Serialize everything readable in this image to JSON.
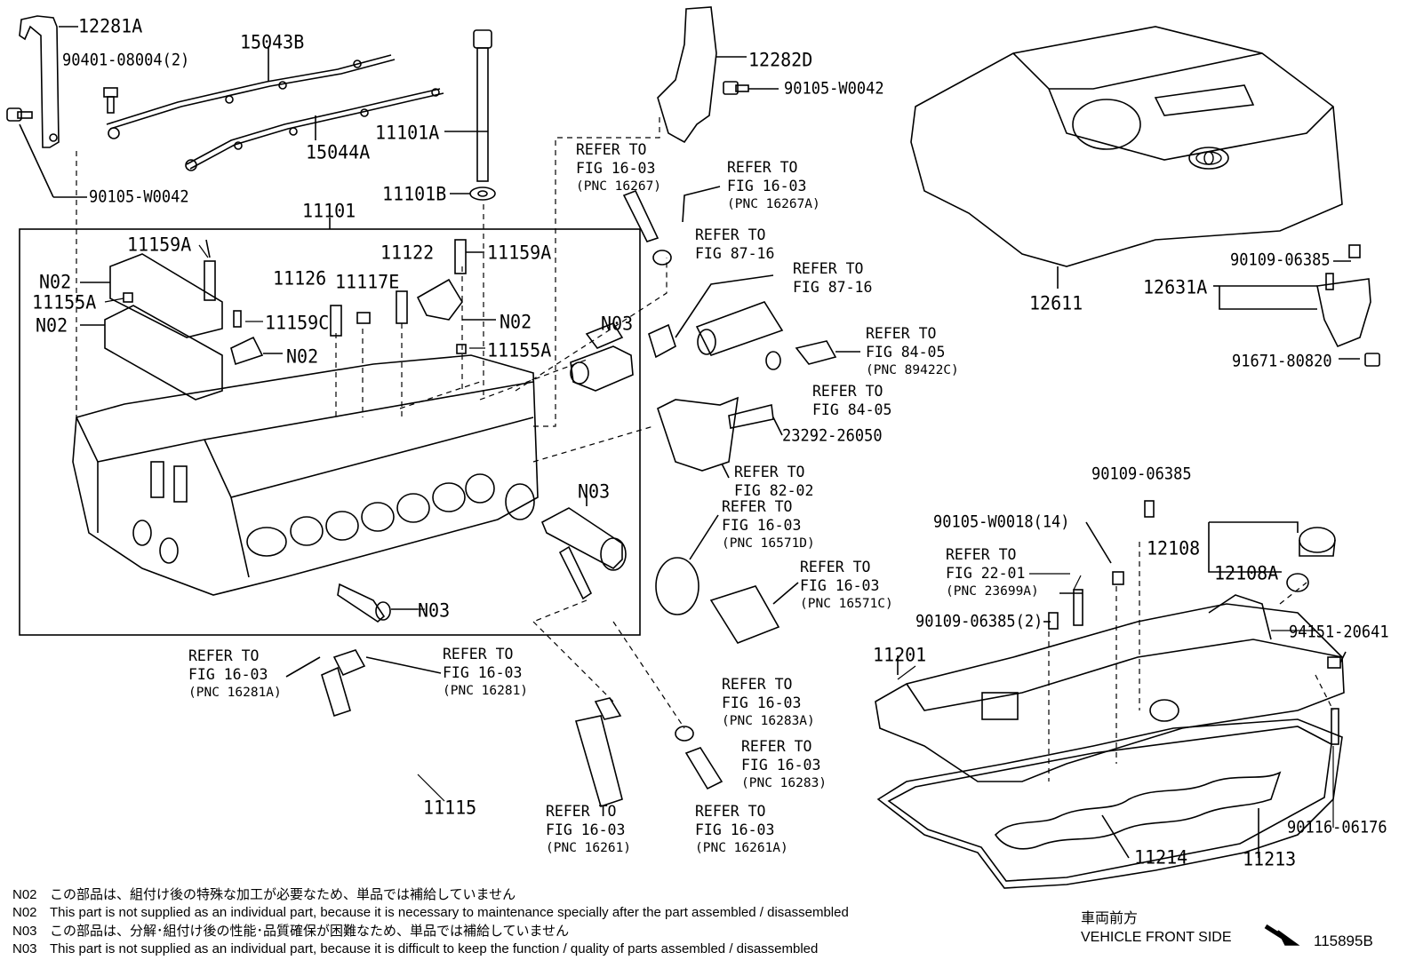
{
  "parts": {
    "p12281A": "12281A",
    "p90401": "90401-08004(2)",
    "p15043B": "15043B",
    "p15044A": "15044A",
    "p11101A": "11101A",
    "p11101B": "11101B",
    "p90105_w0042_left": "90105-W0042",
    "p11101": "11101",
    "p11159A_left": "11159A",
    "p11159A_right": "11159A",
    "p11122": "11122",
    "p11126": "11126",
    "p11117E": "11117E",
    "n02_a": "N02",
    "p11155A_left": "11155A",
    "n02_b": "N02",
    "p11159C": "11159C",
    "n02_c": "N02",
    "n02_d": "N02",
    "p11155A_right": "11155A",
    "n03_a": "N03",
    "n03_b": "N03",
    "n03_c": "N03",
    "p12282D": "12282D",
    "p90105_w0042_top": "90105-W0042",
    "p23292": "23292-26050",
    "p12611": "12611",
    "p12631A": "12631A",
    "p90109_top": "90109-06385",
    "p91671": "91671-80820",
    "p90109_mid": "90109-06385",
    "p90105_w0018": "90105-W0018(14)",
    "p12108": "12108",
    "p12108A": "12108A",
    "p90109_2": "90109-06385(2)",
    "p94151": "94151-20641",
    "p11201": "11201",
    "p11115": "11115",
    "p11214": "11214",
    "p11213": "11213",
    "p90116": "90116-06176"
  },
  "refs": [
    {
      "l1": "REFER TO",
      "l2": "FIG 16-03",
      "l3": "(PNC 16267)"
    },
    {
      "l1": "REFER TO",
      "l2": "FIG 16-03",
      "l3": "(PNC 16267A)"
    },
    {
      "l1": "REFER TO",
      "l2": "FIG 87-16",
      "l3": ""
    },
    {
      "l1": "REFER TO",
      "l2": "FIG 87-16",
      "l3": ""
    },
    {
      "l1": "REFER TO",
      "l2": "FIG 84-05",
      "l3": "(PNC 89422C)"
    },
    {
      "l1": "REFER TO",
      "l2": "FIG 84-05",
      "l3": ""
    },
    {
      "l1": "REFER TO",
      "l2": "FIG 82-02",
      "l3": ""
    },
    {
      "l1": "REFER TO",
      "l2": "FIG 16-03",
      "l3": "(PNC 16571D)"
    },
    {
      "l1": "REFER TO",
      "l2": "FIG 16-03",
      "l3": "(PNC 16571C)"
    },
    {
      "l1": "REFER TO",
      "l2": "FIG 22-01",
      "l3": "(PNC 23699A)"
    },
    {
      "l1": "REFER TO",
      "l2": "FIG 16-03",
      "l3": "(PNC 16281A)"
    },
    {
      "l1": "REFER TO",
      "l2": "FIG 16-03",
      "l3": "(PNC 16281)"
    },
    {
      "l1": "REFER TO",
      "l2": "FIG 16-03",
      "l3": "(PNC 16283A)"
    },
    {
      "l1": "REFER TO",
      "l2": "FIG 16-03",
      "l3": "(PNC 16283)"
    },
    {
      "l1": "REFER TO",
      "l2": "FIG 16-03",
      "l3": "(PNC 16261)"
    },
    {
      "l1": "REFER TO",
      "l2": "FIG 16-03",
      "l3": "(PNC 16261A)"
    }
  ],
  "notes": [
    {
      "code": "N02",
      "text": "この部品は、組付け後の特殊な加工が必要なため、単品では補給していません"
    },
    {
      "code": "N02",
      "text": "This part is not supplied as an individual part, because it is necessary to maintenance specially after the part assembled / disassembled"
    },
    {
      "code": "N03",
      "text": "この部品は、分解･組付け後の性能･品質確保が困難なため、単品では補給していません"
    },
    {
      "code": "N03",
      "text": "This part is not supplied as an individual part, because it is difficult to keep the function / quality of parts  assembled / disassembled"
    }
  ],
  "front": {
    "jp": "車両前方",
    "en": "VEHICLE FRONT SIDE"
  },
  "figure_number": "115895B"
}
